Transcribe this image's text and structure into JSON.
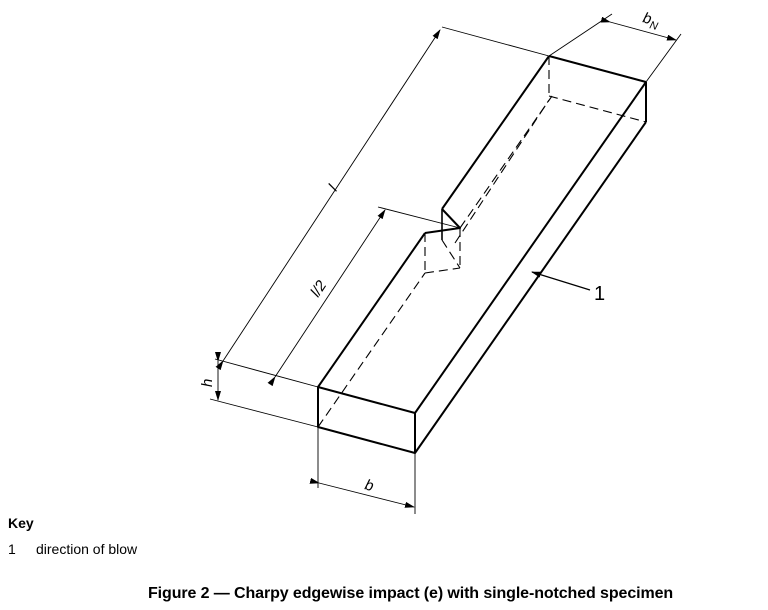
{
  "figure": {
    "dimension_labels": {
      "length": "l",
      "half_length": "l/2",
      "height": "h",
      "width": "b",
      "notched_width": "bN",
      "notched_width_base": "b",
      "notched_width_subscript": "N"
    },
    "callouts": [
      {
        "number": "1",
        "target": "side face (direction of blow arrow)"
      }
    ]
  },
  "key": {
    "title": "Key",
    "items": [
      {
        "number": "1",
        "text": "direction of blow"
      }
    ]
  },
  "caption": "Figure 2 — Charpy edgewise impact (e) with single-notched specimen",
  "colors": {
    "line": "#000000",
    "background": "#ffffff"
  }
}
